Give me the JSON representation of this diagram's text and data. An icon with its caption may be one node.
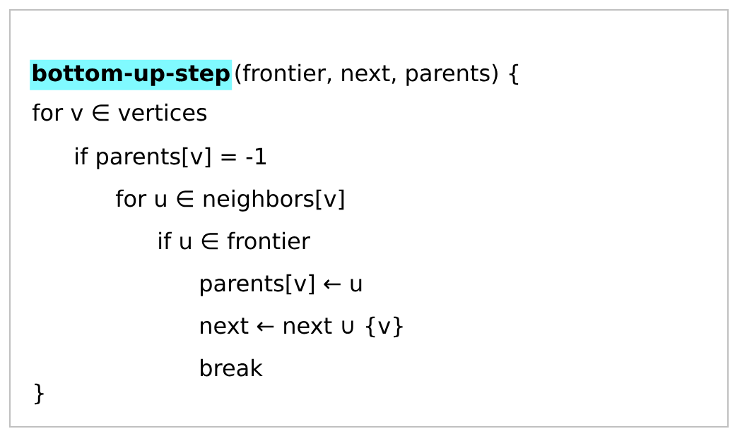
{
  "diagram": {
    "nodes": [
      {
        "text": [
          "bottom-up-step",
          "(frontier, next, parents) {",
          "for v ∈ vertices",
          "if parents[v] = -1",
          "for u ∈ neighbors[v]",
          "if u ∈ frontier",
          "parents[v] ← u",
          "next ← next ∪ {v}",
          "break",
          "}"
        ]
      }
    ]
  }
}
